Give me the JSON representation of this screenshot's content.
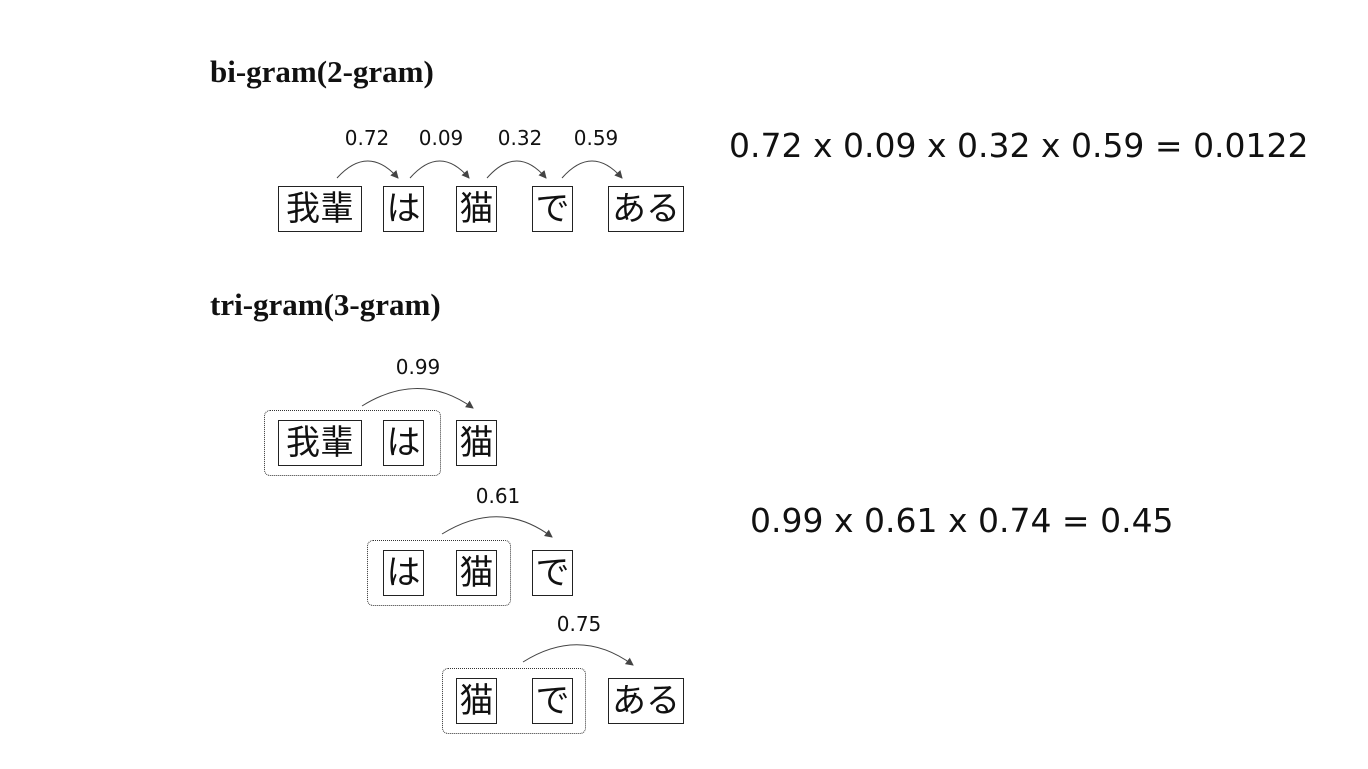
{
  "bigram": {
    "title": "bi-gram(2-gram)",
    "tokens": [
      "我輩",
      "は",
      "猫",
      "で",
      "ある"
    ],
    "probabilities": [
      "0.72",
      "0.09",
      "0.32",
      "0.59"
    ],
    "formula": "0.72 x 0.09 x 0.32 x 0.59 = 0.0122"
  },
  "trigram": {
    "title": "tri-gram(3-gram)",
    "rows": [
      {
        "context": [
          "我輩",
          "は"
        ],
        "next": "猫",
        "probability": "0.99"
      },
      {
        "context": [
          "は",
          "猫"
        ],
        "next": "で",
        "probability": "0.61"
      },
      {
        "context": [
          "猫",
          "で"
        ],
        "next": "ある",
        "probability": "0.75"
      }
    ],
    "formula": "0.99 x 0.61 x 0.74 = 0.45"
  },
  "colors": {
    "ink": "#111111",
    "arrow": "#444444"
  }
}
